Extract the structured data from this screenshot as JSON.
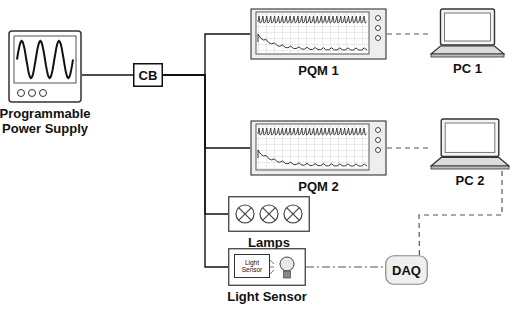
{
  "diagram": {
    "nodes": [
      {
        "text": [
          "Programmable Power Supply"
        ]
      },
      {
        "text": [
          "CB"
        ]
      },
      {
        "text": [
          "PQM 1"
        ]
      },
      {
        "text": [
          "PC 1"
        ]
      },
      {
        "text": [
          "PQM 2"
        ]
      },
      {
        "text": [
          "PC 2"
        ]
      },
      {
        "text": [
          "Lamps"
        ]
      },
      {
        "text": [
          "Light Sensor"
        ]
      },
      {
        "text": [
          "Light Sensor"
        ],
        "in": 7
      },
      {
        "text": [
          "DAQ"
        ]
      }
    ],
    "edges": [
      {
        "from": 0,
        "to": 1,
        "arrow": "none"
      },
      {
        "from": 1,
        "to": 2,
        "arrow": "none"
      },
      {
        "from": 1,
        "to": 4,
        "arrow": "none"
      },
      {
        "from": 1,
        "to": 6,
        "arrow": "none"
      },
      {
        "from": 1,
        "to": 7,
        "arrow": "none"
      },
      {
        "from": 2,
        "to": 3,
        "arrow": "none"
      },
      {
        "from": 4,
        "to": 5,
        "arrow": "none"
      },
      {
        "from": 7,
        "to": 9,
        "arrow": "none"
      },
      {
        "from": 9,
        "to": 5,
        "arrow": "none"
      }
    ]
  }
}
